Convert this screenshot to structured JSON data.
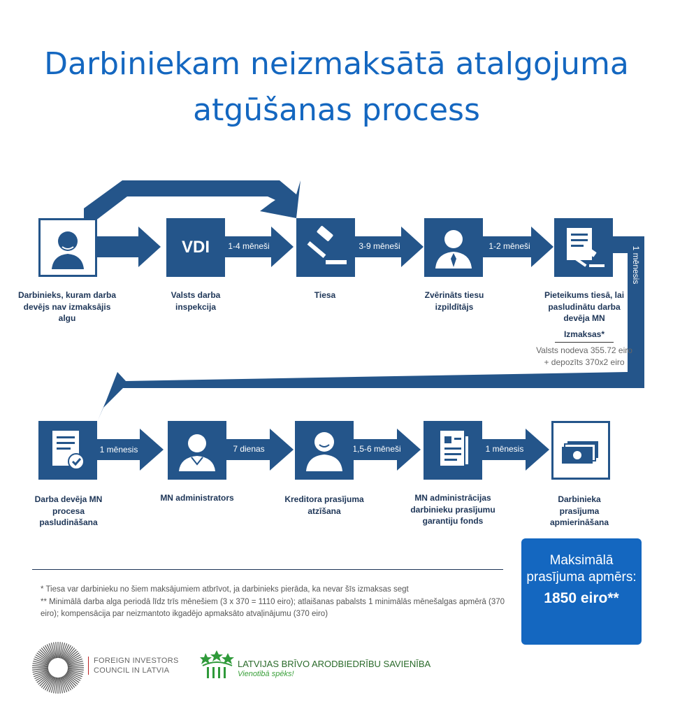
{
  "title": {
    "line1": "Darbiniekam neizmaksātā atalgojuma",
    "line2": "atgūšanas process"
  },
  "steps_row1": [
    {
      "label": "Darbinieks, kuram darba devējs nav izmaksājis algu",
      "icon": "worker-icon"
    },
    {
      "label": "Valsts darba inspekcija",
      "icon_text": "VDI"
    },
    {
      "label": "Tiesa",
      "icon": "gavel-icon"
    },
    {
      "label": "Zvērināts tiesu izpildītājs",
      "icon": "bailiff-icon"
    },
    {
      "label": "Pieteikums tiesā, lai pasludinātu darba devēja MN",
      "icon": "court-application-icon"
    }
  ],
  "arrows_row1": [
    "1-4 mēneši",
    "3-9 mēneši",
    "1-2 mēneši"
  ],
  "side_arrow": "1 mēnesis",
  "costs": {
    "heading": "Izmaksas*",
    "line1": "Valsts nodeva 355.72 eiro",
    "line2": "+ depozīts 370x2 eiro"
  },
  "steps_row2": [
    {
      "label": "Darba devēja MN procesa pasludināšana",
      "icon": "approved-document-icon"
    },
    {
      "label": "MN administrators",
      "icon": "administrator-icon"
    },
    {
      "label": "Kreditora prasījuma atzīšana",
      "icon": "creditor-icon"
    },
    {
      "label": "MN administrācijas darbinieku prasījumu garantiju fonds",
      "icon": "fund-document-icon"
    },
    {
      "label": "Darbinieka prasījuma apmierināšana",
      "icon": "cash-icon"
    }
  ],
  "arrows_row2": [
    "1 mēnesis",
    "7 dienas",
    "1,5-6 mēneši",
    "1 mēnesis"
  ],
  "notes": {
    "note1": "* Tiesa var darbinieku no šiem maksājumiem atbrīvot, ja darbinieks pierāda, ka nevar šīs izmaksas segt",
    "note2": "** Minimālā darba alga periodā līdz trīs mēnešiem (3 x 370 = 1110 eiro); atlaišanas pabalsts 1 minimālās mēnešalgas apmērā (370 eiro); kompensācija par neizmantoto ikgadējo apmaksāto atvaļinājumu (370 eiro)"
  },
  "max_claim": {
    "text": "Maksimālā prasījuma apmērs:",
    "value": "1850 eiro**"
  },
  "logos": {
    "fic_line1": "FOREIGN INVESTORS",
    "fic_line2": "COUNCIL IN LATVIA",
    "lbas_name": "LATVIJAS BRĪVO ARODBIEDRĪBU SAVIENĪBA",
    "lbas_slogan": "Vienotībā spēks!"
  },
  "colors": {
    "title": "#1467c0",
    "box": "#24558a",
    "arrow": "#24558a",
    "highlight": "#1467c0"
  }
}
